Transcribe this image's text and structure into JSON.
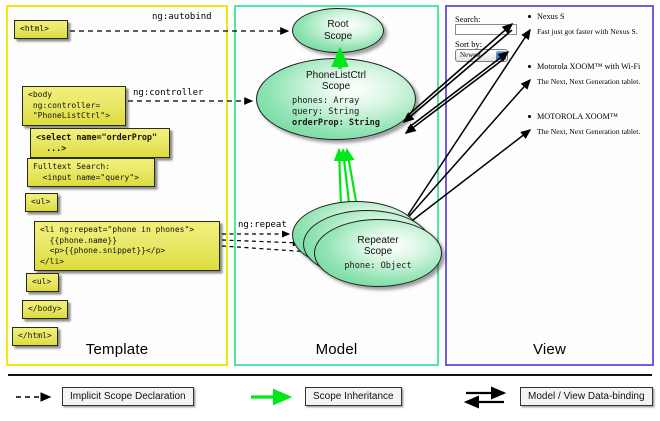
{
  "panels": {
    "template": {
      "label": "Template",
      "border_color": "#f2e80d",
      "boxes": [
        {
          "name": "html-open",
          "text": "<html>"
        },
        {
          "name": "body-open",
          "text": "<body\n ng:controller=\n \"PhoneListCtrl\">"
        },
        {
          "name": "select-tag",
          "text": "<select name=\"orderProp\"\n  ...>"
        },
        {
          "name": "fulltext",
          "text": "Fulltext Search:\n  <input name=\"query\">"
        },
        {
          "name": "ul-open",
          "text": "<ul>"
        },
        {
          "name": "li-repeat",
          "text": "<li ng:repeat=\"phone in phones\">\n  {{phone.name}}\n  <p>{{phone.snippet}}</p>\n</li>"
        },
        {
          "name": "ul-close",
          "text": "<ul>"
        },
        {
          "name": "body-close",
          "text": "</body>"
        },
        {
          "name": "html-close",
          "text": "</html>"
        }
      ]
    },
    "model": {
      "label": "Model",
      "border_color": "#4fe6a8",
      "scopes": [
        {
          "name": "root-scope",
          "title": "Root\nScope",
          "props": []
        },
        {
          "name": "phonelistctrl-scope",
          "title": "PhoneListCtrl\nScope",
          "props": [
            "phones: Array",
            "query: String"
          ],
          "bold_props": [
            "orderProp: String"
          ]
        },
        {
          "name": "repeater-scope",
          "title": "Repeater\nScope",
          "props": [
            "phone: Object"
          ]
        }
      ]
    },
    "view": {
      "label": "View",
      "border_color": "#6f5fe0",
      "search_label": "Search:",
      "search_value": "",
      "sort_label": "Sort by:",
      "sort_value": "Newest",
      "phones": [
        {
          "name": "Nexus S",
          "snippet": "Fast just got faster with Nexus S."
        },
        {
          "name": "Motorola XOOM™ with Wi-Fi",
          "snippet": "The Next, Next Generation tablet."
        },
        {
          "name": "MOTOROLA XOOM™",
          "snippet": "The Next, Next Generation tablet."
        }
      ]
    }
  },
  "connectors": [
    {
      "name": "ng-autobind",
      "label": "ng:autobind"
    },
    {
      "name": "ng-controller",
      "label": "ng:controller"
    },
    {
      "name": "ng-repeat",
      "label": "ng:repeat"
    }
  ],
  "legend": {
    "items": [
      {
        "name": "implicit-scope-declaration",
        "label": "Implicit Scope Declaration",
        "style": "dashed-arrow",
        "color": "#000000"
      },
      {
        "name": "scope-inheritance",
        "label": "Scope Inheritance",
        "style": "solid-arrow",
        "color": "#00e817"
      },
      {
        "name": "model-view-data-binding",
        "label": "Model / View Data-binding",
        "style": "double-arrow",
        "color": "#000000"
      }
    ]
  }
}
